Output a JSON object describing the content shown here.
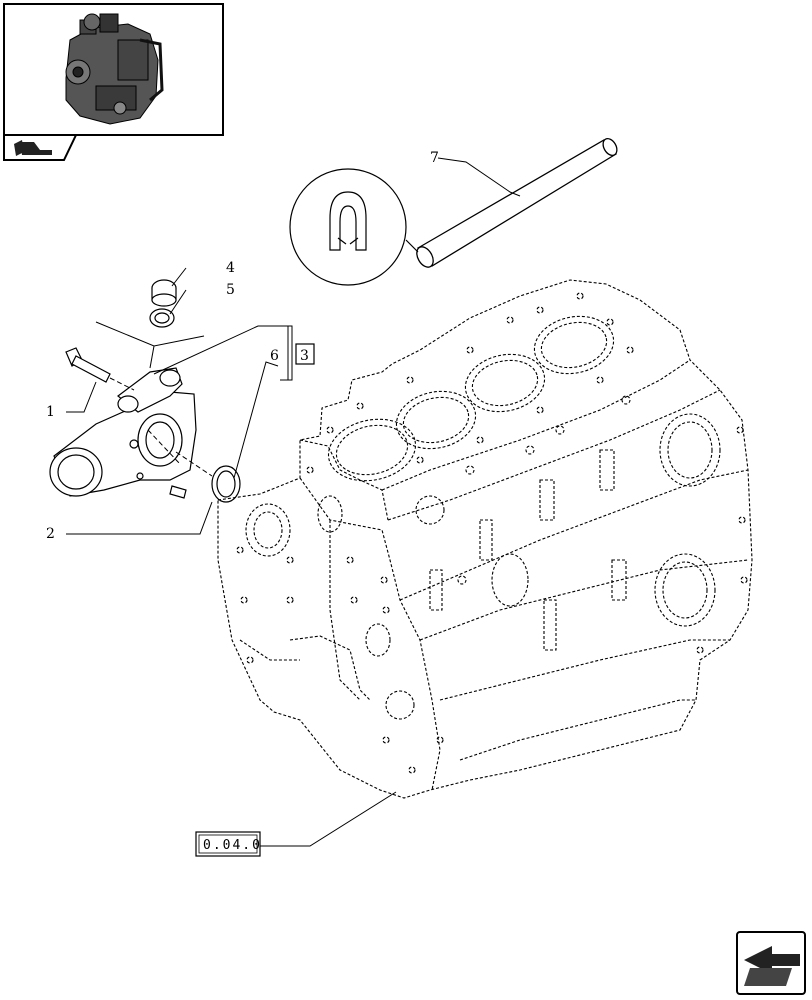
{
  "callouts": {
    "c1": "1",
    "c2": "2",
    "c3": "3",
    "c4": "4",
    "c5": "5",
    "c6": "6",
    "c7": "7"
  },
  "reference": {
    "block_ref": "0.04.0"
  },
  "icons": {
    "thumbnail": "engine-thumbnail-icon",
    "thumbnail_nav": "book-arrow-icon",
    "next_page": "next-page-arrow-icon"
  },
  "colors": {
    "line": "#000000",
    "background": "#ffffff",
    "icon_fill": "#333333"
  }
}
